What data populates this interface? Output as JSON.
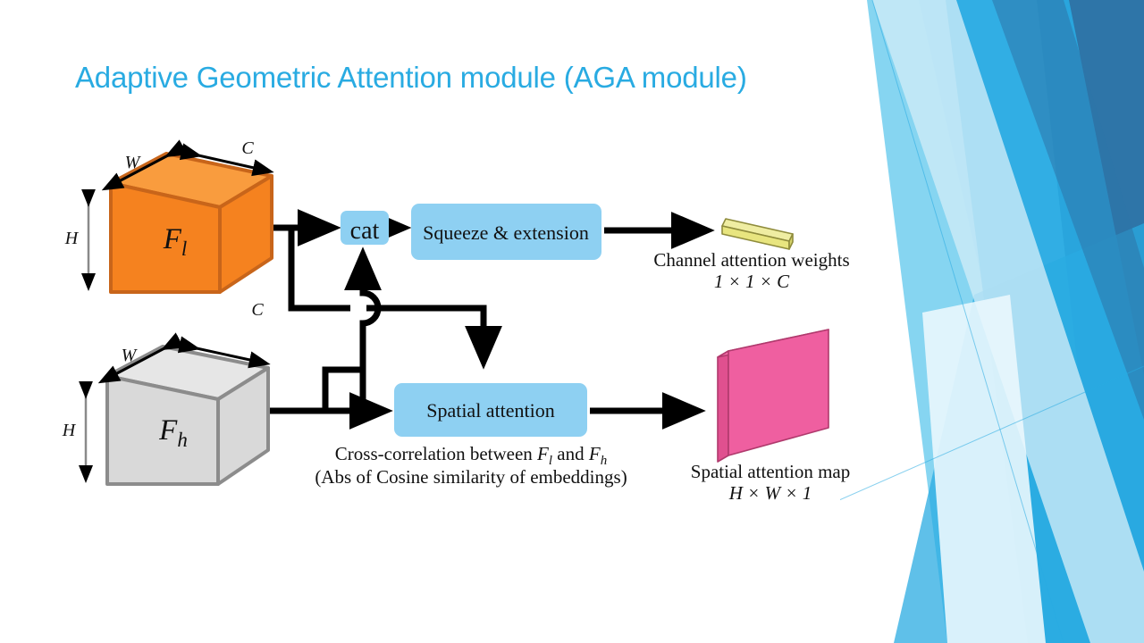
{
  "slide": {
    "title": "Adaptive Geometric Attention module (AGA module)",
    "title_color": "#29ABE2",
    "background_color": "#ffffff"
  },
  "theme": {
    "deco_dark_blue": "#2E75A8",
    "deco_mid_blue": "#29ABE2",
    "deco_light_blue": "#7FD3F0",
    "deco_pale_blue": "#CDEBF8",
    "deco_faint_blue": "#EAF7FD"
  },
  "diagram": {
    "type": "block-diagram",
    "blocks": [
      {
        "id": "feature-low",
        "label": "F_l",
        "label_base": "F",
        "label_sub": "l",
        "shape": "cuboid",
        "color": "#F5821F",
        "color_top": "#F99C3E",
        "color_side": "#F5821F",
        "color_edge": "#C8651A",
        "dims": {
          "width": "W",
          "height": "H",
          "depth": "C"
        }
      },
      {
        "id": "feature-high",
        "label": "F_h",
        "label_base": "F",
        "label_sub": "h",
        "shape": "cuboid",
        "color": "#D9D9D9",
        "color_top": "#E6E6E6",
        "color_side": "#D9D9D9",
        "color_edge": "#8C8C8C",
        "dims": {
          "width": "W",
          "height": "H",
          "depth": "C"
        }
      },
      {
        "id": "cat",
        "label": "cat",
        "shape": "rounded-rect",
        "color": "#8ED0F2"
      },
      {
        "id": "squeeze-extension",
        "label": "Squeeze & extension",
        "shape": "rounded-rect",
        "color": "#8ED0F2"
      },
      {
        "id": "spatial-attention",
        "label": "Spatial attention",
        "shape": "rounded-rect",
        "color": "#8ED0F2"
      },
      {
        "id": "channel-attention-weights",
        "shape": "thin-bar",
        "color": "#E8E57F",
        "color_top": "#EFEDA2",
        "color_edge": "#8F8C3C"
      },
      {
        "id": "spatial-attention-map",
        "shape": "thin-slab",
        "color": "#EF5FA0",
        "color_side": "#E0508F",
        "color_edge": "#B03A6D"
      }
    ],
    "captions": {
      "channel_attention_title": "Channel attention weights",
      "channel_attention_dims": "1 × 1 × C",
      "spatial_map_title": "Spatial attention map",
      "spatial_map_dims": "H × W × 1",
      "cross_correlation_line1_pre": "Cross-correlation between ",
      "cross_correlation_fl_base": "F",
      "cross_correlation_fl_sub": "l",
      "cross_correlation_mid": " and ",
      "cross_correlation_fh_base": "F",
      "cross_correlation_fh_sub": "h",
      "cross_correlation_line2": "(Abs of Cosine similarity of embeddings)"
    },
    "dim_labels": {
      "fl_width": "W",
      "fl_height": "H",
      "fl_depth": "C",
      "fh_width": "W",
      "fh_height": "H",
      "fh_depth": "C"
    },
    "edges": [
      {
        "from": "feature-low",
        "to": "cat"
      },
      {
        "from": "feature-low",
        "to": "crossing-hop"
      },
      {
        "from": "feature-high",
        "to": "spatial-attention"
      },
      {
        "from": "feature-high",
        "to": "crossing-hop"
      },
      {
        "from": "crossing-hop",
        "to": "cat"
      },
      {
        "from": "crossing-hop",
        "to": "spatial-attention"
      },
      {
        "from": "cat",
        "to": "squeeze-extension"
      },
      {
        "from": "squeeze-extension",
        "to": "channel-attention-weights"
      },
      {
        "from": "spatial-attention",
        "to": "spatial-attention-map"
      }
    ]
  }
}
